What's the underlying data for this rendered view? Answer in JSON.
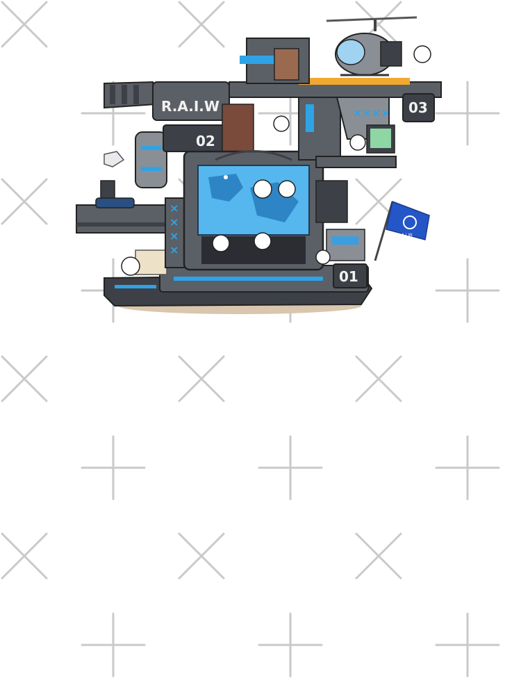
{
  "colors": {
    "background": "#ffffff",
    "watermark": "#c9c9c9",
    "hull": "#5b5f66",
    "hull_dark": "#3d4147",
    "hull_light": "#8a8f96",
    "accent_blue": "#2ea3e6",
    "screen_blue": "#55b7ee",
    "flag_blue": "#2456c8",
    "sand": "#d9c6ae",
    "cat_white": "#ffffff"
  },
  "base": {
    "sign_text": "R.A.I.W",
    "deck_numbers": [
      "01",
      "02",
      "03"
    ],
    "flag_text": "R.A.I.W."
  },
  "icons": {
    "watermark": "cross-watermark-icon",
    "flag": "flag-icon",
    "helicopter": "helicopter-icon",
    "cat": "cat-face-icon"
  }
}
